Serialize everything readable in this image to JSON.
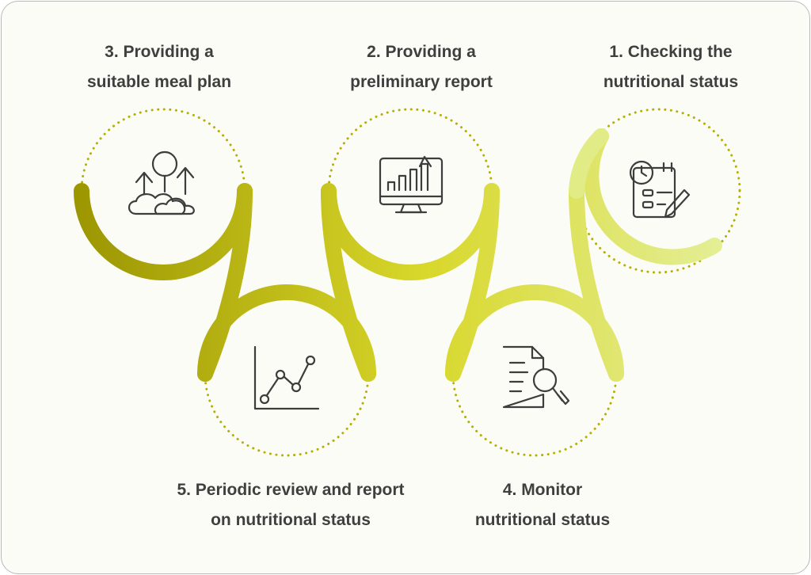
{
  "steps": [
    {
      "number": "1.",
      "line1": "Checking the",
      "line2": "nutritional status",
      "icon": "clipboard-clock-pencil-icon"
    },
    {
      "number": "2.",
      "line1": "Providing a",
      "line2": "preliminary report",
      "icon": "monitor-chart-icon"
    },
    {
      "number": "3.",
      "line1": "Providing a",
      "line2": "suitable meal plan",
      "icon": "growth-arrows-icon"
    },
    {
      "number": "4.",
      "line1": "Monitor",
      "line2": "nutritional status",
      "icon": "document-magnifier-icon"
    },
    {
      "number": "5.",
      "line1": "Periodic review and report",
      "line2": "on nutritional status",
      "icon": "line-graph-icon"
    }
  ],
  "colors": {
    "background": "#fcfcf6",
    "border": "#b9b9b9",
    "text": "#3f3f3f",
    "icon": "#3d3d3d",
    "dots": "#b5b000",
    "gradient_start": "#9a9400",
    "gradient_mid": "#d8d72a",
    "gradient_end": "#e4ef98"
  }
}
